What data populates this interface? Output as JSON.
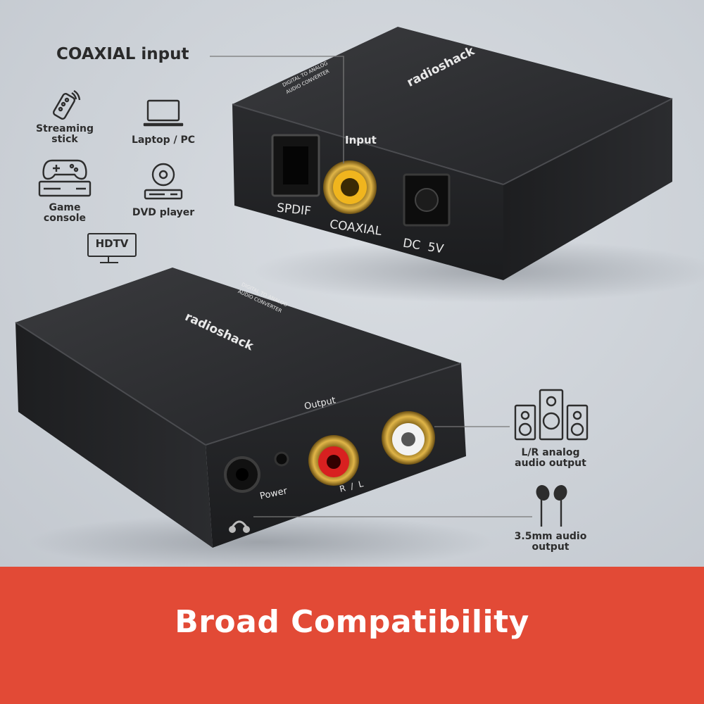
{
  "heading": "COAXIAL input",
  "devices": [
    {
      "label": "Streaming\nstick",
      "icon": "remote-icon"
    },
    {
      "label": "Laptop / PC",
      "icon": "laptop-icon"
    },
    {
      "label": "Game\nconsole",
      "icon": "game-console-icon"
    },
    {
      "label": "DVD player",
      "icon": "dvd-player-icon"
    },
    {
      "icon": "hdtv-icon",
      "badge": "HDTV"
    }
  ],
  "outputs": [
    {
      "label": "L/R analog\naudio output",
      "icon": "speakers-icon"
    },
    {
      "label": "3.5mm audio\noutput",
      "icon": "earphones-icon"
    }
  ],
  "device_top": {
    "brand": "radioshack",
    "model_line1": "DIGITAL TO ANALOG",
    "model_line2": "AUDIO CONVERTER",
    "input_label": "Input",
    "spdif": "SPDIF",
    "coaxial": "COAXIAL",
    "dc": "DC  5V"
  },
  "device_bottom": {
    "brand": "radioshack",
    "model_line1": "DIGITAL TO ANALOG",
    "model_line2": "AUDIO CONVERTER",
    "output_label": "Output",
    "power": "Power",
    "rl": "R  /  L"
  },
  "banner": {
    "title": "Broad Compatibility",
    "color": "#e24a36"
  }
}
